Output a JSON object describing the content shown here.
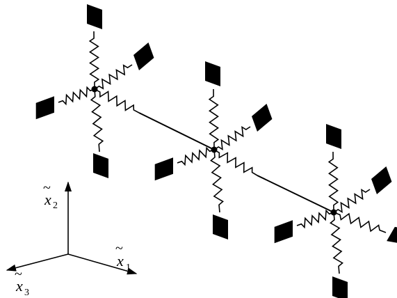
{
  "axes": {
    "x1": {
      "symbol": "x",
      "subscript": "1",
      "accent": "~"
    },
    "x2": {
      "symbol": "x",
      "subscript": "2",
      "accent": "~"
    },
    "x3": {
      "symbol": "x",
      "subscript": "3",
      "accent": "~"
    }
  },
  "colors": {
    "ink": "#000000",
    "background": "#ffffff"
  }
}
